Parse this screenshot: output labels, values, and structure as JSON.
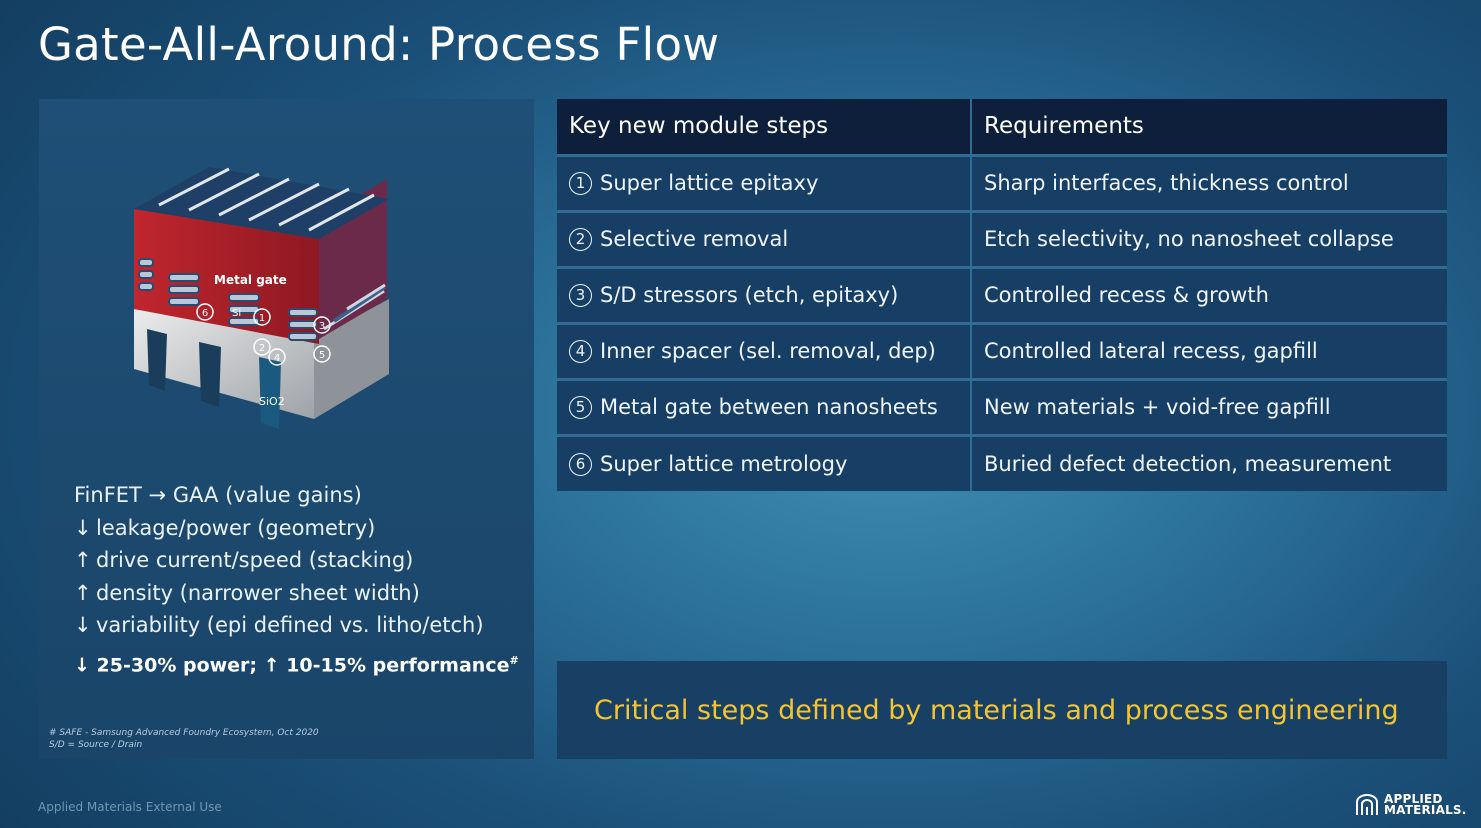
{
  "title": "Gate-All-Around: Process Flow",
  "illustration": {
    "metal_gate_label": "Metal gate",
    "si_label": "Si",
    "sio2_label": "SiO2",
    "markers": [
      "1",
      "2",
      "3",
      "4",
      "5",
      "6"
    ]
  },
  "benefits": [
    {
      "arrow": "",
      "text": "FinFET → GAA (value gains)"
    },
    {
      "arrow": "↓",
      "text": "leakage/power (geometry)"
    },
    {
      "arrow": "↑",
      "text": "drive current/speed (stacking)"
    },
    {
      "arrow": "↑",
      "text": "density (narrower sheet width)"
    },
    {
      "arrow": "↓",
      "text": "variability (epi defined vs. litho/etch)"
    }
  ],
  "summary": {
    "down_arrow": "↓",
    "power": "25-30% power;",
    "up_arrow": "↑",
    "performance": "10-15% performance",
    "marker": "#"
  },
  "footnotes": [
    "# SAFE - Samsung Advanced Foundry Ecosystem, Oct 2020",
    "S/D = Source / Drain"
  ],
  "table": {
    "headers": [
      "Key new module steps",
      "Requirements"
    ],
    "rows": [
      {
        "num": "1",
        "step": "Super lattice epitaxy",
        "req": "Sharp interfaces, thickness control"
      },
      {
        "num": "2",
        "step": "Selective removal",
        "req": "Etch selectivity, no nanosheet collapse"
      },
      {
        "num": "3",
        "step": "S/D stressors (etch, epitaxy)",
        "req": "Controlled recess & growth"
      },
      {
        "num": "4",
        "step": "Inner spacer (sel. removal, dep)",
        "req": "Controlled lateral recess, gapfill"
      },
      {
        "num": "5",
        "step": "Metal gate between nanosheets",
        "req": "New materials + void-free gapfill"
      },
      {
        "num": "6",
        "step": "Super lattice metrology",
        "req": "Buried defect detection, measurement"
      }
    ]
  },
  "callout": "Critical steps defined by materials and process engineering",
  "footer": "Applied Materials External Use",
  "logo": {
    "line1": "APPLIED",
    "line2": "MATERIALS."
  },
  "colors": {
    "accent_yellow": "#f4c431",
    "header_dark": "#0e1f3b",
    "row_blue": "#173f66",
    "gate_red": "#b8202c"
  }
}
